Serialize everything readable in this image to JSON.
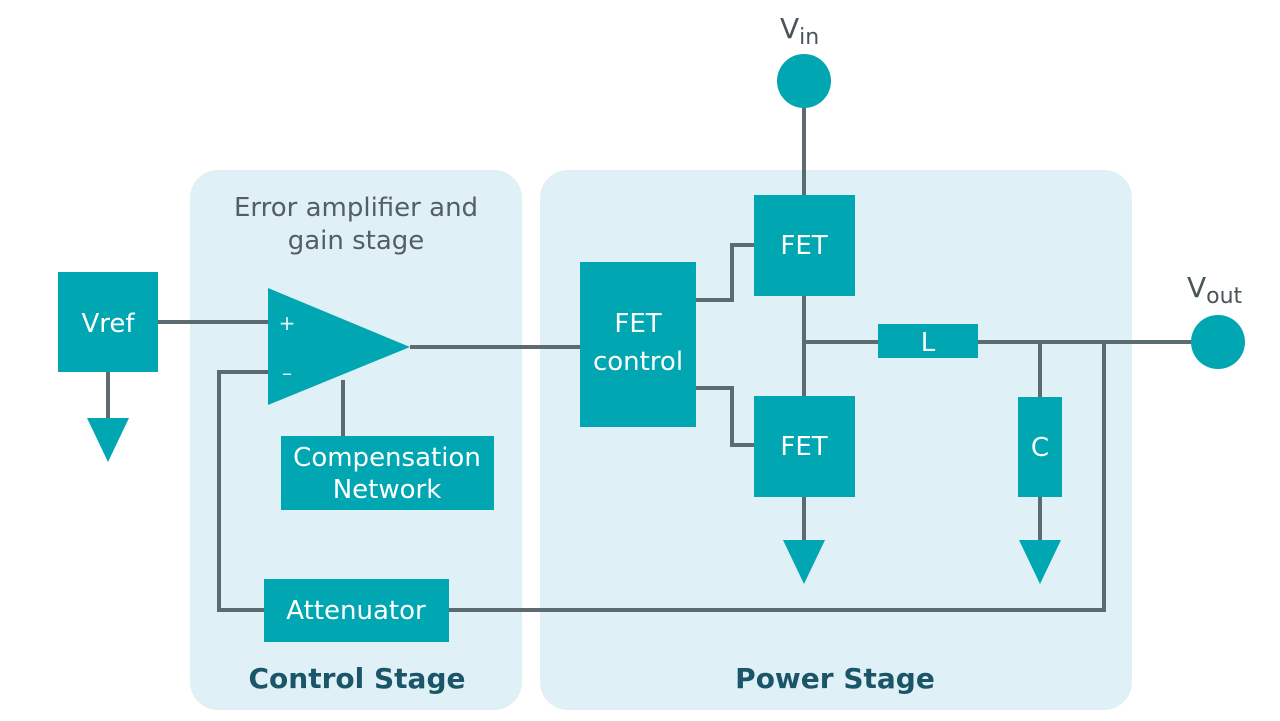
{
  "diagram": {
    "control_stage": {
      "title": "Control Stage",
      "caption_line1": "Error amplifier and",
      "caption_line2": "gain stage"
    },
    "power_stage": {
      "title": "Power Stage"
    },
    "blocks": {
      "vref": "Vref",
      "compensation_line1": "Compensation",
      "compensation_line2": "Network",
      "attenuator": "Attenuator",
      "fet_control_line1": "FET",
      "fet_control_line2": "control",
      "fet_high": "FET",
      "fet_low": "FET",
      "inductor": "L",
      "capacitor": "C"
    },
    "amplifier": {
      "plus": "+",
      "minus": "–"
    },
    "terminals": {
      "vin_main": "V",
      "vin_sub": "in",
      "vout_main": "V",
      "vout_sub": "out"
    },
    "colors": {
      "panel": "#dff0f6",
      "block": "#00a7b3",
      "wire": "#5b6b70",
      "stage_label": "#1b5668"
    }
  }
}
